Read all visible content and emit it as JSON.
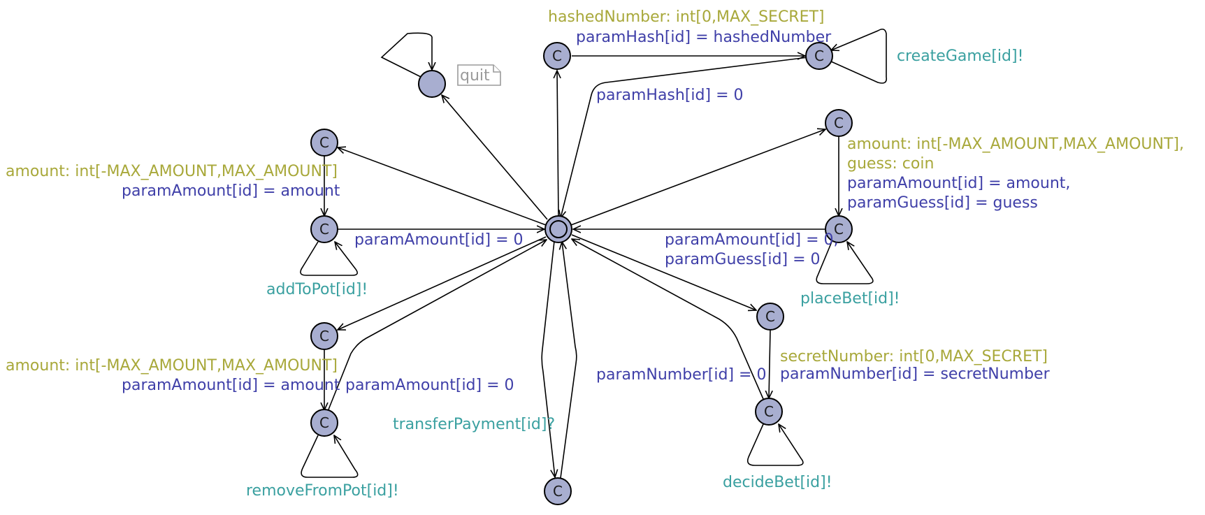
{
  "colors": {
    "state_fill": "#a8aed0",
    "select": "#a8a83a",
    "assign": "#3f3fa8",
    "sync": "#3aa0a0",
    "note": "#9a9a9a"
  },
  "committed_mark": "C",
  "note": "quit",
  "labels": {
    "create_select": "hashedNumber: int[0,MAX_SECRET]",
    "create_assign": "paramHash[id] = hashedNumber",
    "create_sync": "createGame[id]!",
    "create_reset": "paramHash[id] = 0",
    "add_select": "amount: int[-MAX_AMOUNT,MAX_AMOUNT]",
    "add_assign": "paramAmount[id] = amount",
    "add_reset": "paramAmount[id] = 0",
    "add_sync": "addToPot[id]!",
    "remove_select": "amount: int[-MAX_AMOUNT,MAX_AMOUNT]",
    "remove_assign": "paramAmount[id] = amount",
    "remove_reset": "paramAmount[id] = 0",
    "remove_sync": "removeFromPot[id]!",
    "bet_select_1": "amount: int[-MAX_AMOUNT,MAX_AMOUNT],",
    "bet_select_2": "guess: coin",
    "bet_assign_1": "paramAmount[id] = amount,",
    "bet_assign_2": "paramGuess[id] = guess",
    "bet_reset_1": "paramAmount[id] = 0,",
    "bet_reset_2": "paramGuess[id] = 0",
    "bet_sync": "placeBet[id]!",
    "decide_select": "secretNumber: int[0,MAX_SECRET]",
    "decide_assign": "paramNumber[id] = secretNumber",
    "decide_reset": "paramNumber[id] = 0",
    "decide_sync": "decideBet[id]!",
    "transfer_sync": "transferPayment[id]?"
  }
}
